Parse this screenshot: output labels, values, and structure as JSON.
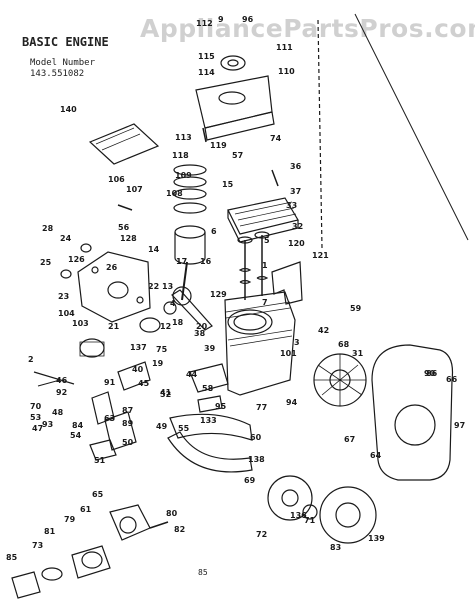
{
  "watermark": "AppliancePartsPros.com",
  "header": {
    "section_title": "BASIC ENGINE",
    "model_label": "Model Number",
    "model_number": "143.551082"
  },
  "footer_code": "85",
  "colors": {
    "ink": "#1a1a1a",
    "watermark": "#aaaaaa",
    "paper": "#ffffff"
  },
  "callouts": [
    "112",
    "9",
    "96",
    "115",
    "111",
    "114",
    "110",
    "140",
    "113",
    "74",
    "118",
    "119",
    "57",
    "36",
    "15",
    "37",
    "106",
    "107",
    "109",
    "108",
    "56",
    "33",
    "28",
    "24",
    "128",
    "6",
    "5",
    "120",
    "32",
    "14",
    "121",
    "25",
    "126",
    "16",
    "17",
    "26",
    "1",
    "23",
    "22",
    "13",
    "129",
    "4",
    "7",
    "59",
    "18",
    "104",
    "103",
    "20",
    "21",
    "12",
    "42",
    "68",
    "3",
    "38",
    "39",
    "31",
    "137",
    "101",
    "2",
    "75",
    "19",
    "40",
    "45",
    "46",
    "92",
    "91",
    "48",
    "93",
    "44",
    "41",
    "47",
    "55",
    "52",
    "58",
    "95",
    "94",
    "63",
    "87",
    "50",
    "49",
    "84",
    "89",
    "90",
    "66",
    "133",
    "97",
    "60",
    "67",
    "70",
    "53",
    "54",
    "77",
    "51",
    "138",
    "64",
    "69",
    "65",
    "80",
    "79",
    "82",
    "136",
    "71",
    "72",
    "61",
    "81",
    "83",
    "139",
    "73",
    "85",
    "86"
  ]
}
